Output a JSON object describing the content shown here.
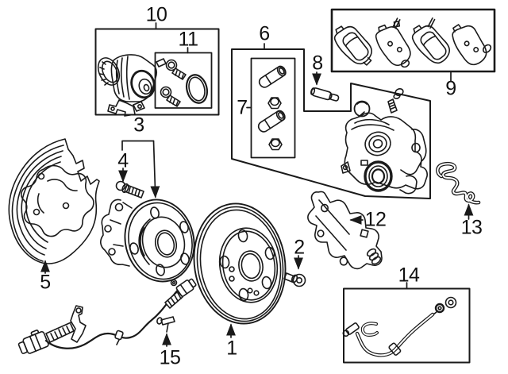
{
  "diagram": {
    "type": "exploded-parts-diagram",
    "subject": "rear-disc-brake-assembly",
    "background_color": "#ffffff",
    "line_color": "#1a1a1a",
    "callouts": [
      {
        "num": "1",
        "part": "brake-rotor"
      },
      {
        "num": "2",
        "part": "rotor-retaining-screw"
      },
      {
        "num": "3",
        "part": "hub-bearing-assembly"
      },
      {
        "num": "4",
        "part": "wheel-stud"
      },
      {
        "num": "5",
        "part": "splash-shield"
      },
      {
        "num": "6",
        "part": "caliper-hardware-set"
      },
      {
        "num": "7",
        "part": "guide-sleeve-bushing-kit"
      },
      {
        "num": "8",
        "part": "caliper-guide-pin"
      },
      {
        "num": "9",
        "part": "brake-pad-set"
      },
      {
        "num": "10",
        "part": "parking-brake-actuator-set"
      },
      {
        "num": "11",
        "part": "actuator-bolt-and-seal-kit"
      },
      {
        "num": "12",
        "part": "caliper-mount-bracket"
      },
      {
        "num": "13",
        "part": "pad-retaining-spring-clip"
      },
      {
        "num": "14",
        "part": "brake-hose-kit"
      },
      {
        "num": "15",
        "part": "abs-wheel-speed-sensor-harness"
      }
    ]
  }
}
